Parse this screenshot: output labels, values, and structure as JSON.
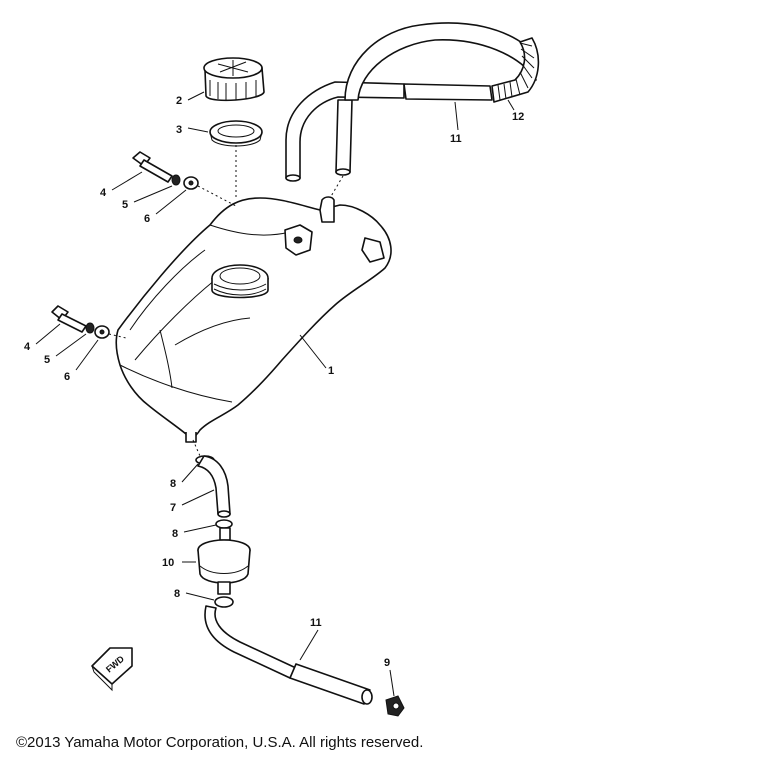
{
  "parts": {
    "p1": "1",
    "p2": "2",
    "p3": "3",
    "p4a": "4",
    "p5a": "5",
    "p6a": "6",
    "p4b": "4",
    "p5b": "5",
    "p6b": "6",
    "p7": "7",
    "p8a": "8",
    "p8b": "8",
    "p8c": "8",
    "p9": "9",
    "p10": "10",
    "p11a": "11",
    "p11b": "11",
    "p12": "12"
  },
  "fwd_mark": "FWD",
  "copyright": "©2013 Yamaha Motor Corporation, U.S.A. All rights reserved.",
  "icons": {
    "front_arrow": "front-direction-arrow-icon"
  }
}
